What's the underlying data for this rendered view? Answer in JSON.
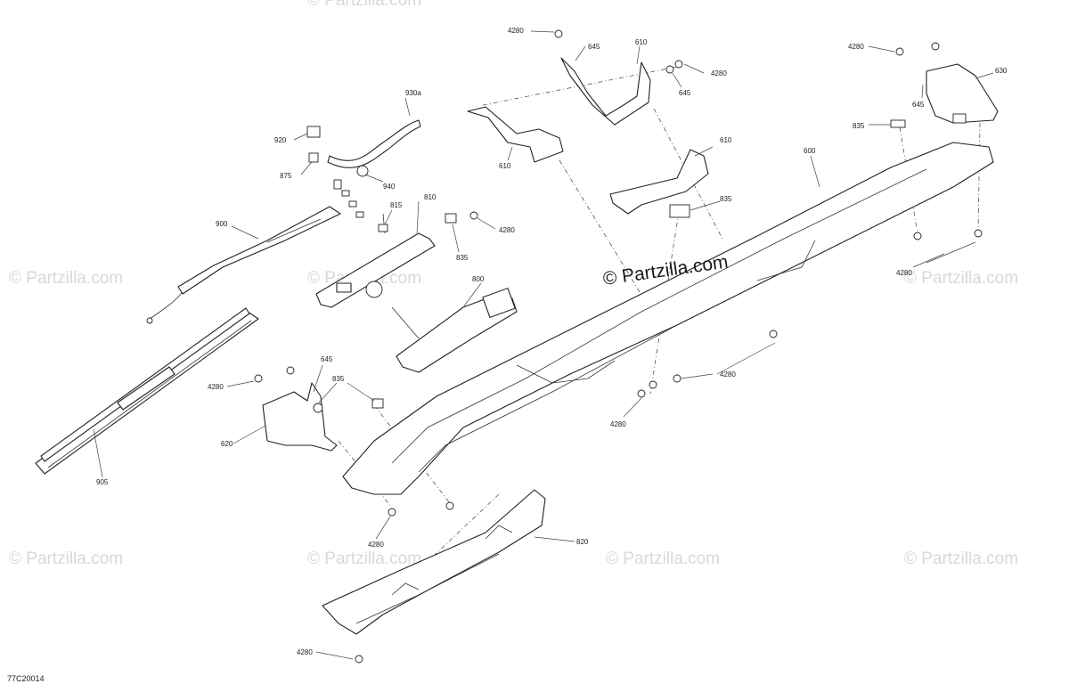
{
  "watermark": "© Partzilla.com",
  "center_watermark": "© Partzilla.com",
  "diagram_code": "77C20014",
  "callouts": {
    "p4280_a": "4280",
    "p645_a": "645",
    "p610_a": "610",
    "p4280_b": "4280",
    "p645_b": "645",
    "p4280_c": "4280",
    "p630": "630",
    "p645_c": "645",
    "p835_a": "835",
    "p930a": "930a",
    "p920": "920",
    "p875": "875",
    "p940": "940",
    "p610_b": "610",
    "p610_c": "610",
    "p600": "600",
    "p835_b": "835",
    "p900": "900",
    "p815": "815",
    "p810": "810",
    "p4280_d": "4280",
    "p835_c": "835",
    "p4280_e": "4280",
    "p800": "800",
    "p4280_f": "4280",
    "p4280_g": "4280",
    "p645_d": "645",
    "p835_d": "835",
    "p4280_h": "4280",
    "p620": "620",
    "p905": "905",
    "p4280_i": "4280",
    "p820": "820",
    "p4280_j": "4280"
  }
}
